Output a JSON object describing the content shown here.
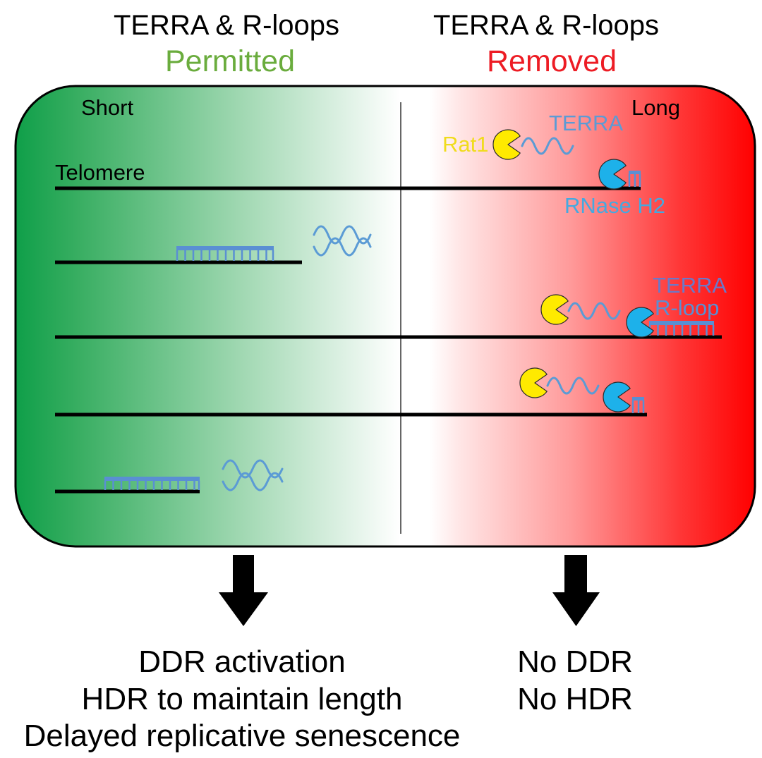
{
  "header": {
    "left": {
      "title": "TERRA & R-loops",
      "status": "Permitted"
    },
    "right": {
      "title": "TERRA & R-loops",
      "status": "Removed"
    }
  },
  "panel": {
    "short_label": "Short",
    "long_label": "Long",
    "telomere_label": "Telomere",
    "rat1_label": "Rat1",
    "terra_label": "TERRA",
    "rnase_label": "RNase H2",
    "terra_rloop_label": "TERRA",
    "rloop_label": "R-loop"
  },
  "outcomes": {
    "left": [
      "DDR activation",
      "HDR to maintain length",
      "Delayed replicative senescence"
    ],
    "right": [
      "No DDR",
      "No HDR"
    ]
  },
  "colors": {
    "permitted": "#6aac3d",
    "removed": "#ed1c24",
    "gradient_left": "#0f9f49",
    "gradient_right": "#ff0000",
    "rat1": "#ffea00",
    "rat1_label": "#f0dc1c",
    "rnase_h2": "#1db1ea",
    "rnase_h2_label": "#45a9e0",
    "terra": "#5b9bd5",
    "terra_rloop_label": "#6b79c9",
    "hybrid": "#5a8fd3"
  }
}
